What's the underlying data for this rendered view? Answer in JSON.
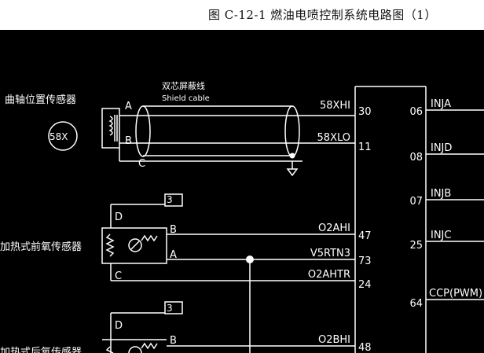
{
  "caption": "图 C-12-1  燃油电喷控制系统电路图（1）",
  "colors": {
    "background": "#000000",
    "line": "#ffffff",
    "caption_bg": "#ffffff"
  },
  "sensors": {
    "crank": {
      "name": "曲轴位置传感器",
      "badge": "58X",
      "pin_a": "A",
      "pin_b": "B",
      "pin_c": "C"
    },
    "front_o2": {
      "name": "加热式前氧传感器",
      "pin_b": "B",
      "pin_a": "A",
      "pin_c": "C",
      "pin_d": "D",
      "fuse": "3"
    },
    "rear_o2": {
      "name": "加热式后氧传感器",
      "pin_d": "D",
      "pin_b": "B",
      "fuse": "3"
    }
  },
  "cable": {
    "cn": "双芯屏蔽线",
    "en": "Shield cable"
  },
  "signals": {
    "xhi": "58XHI",
    "xlo": "58XLO",
    "o2ahi": "O2AHI",
    "v5rtn3": "V5RTN3",
    "o2ahtr": "O2AHTR",
    "o2bhi": "O2BHI"
  },
  "ecm_left_pins": {
    "p30": "30",
    "p11": "11",
    "p47": "47",
    "p73": "73",
    "p24": "24",
    "p48": "48"
  },
  "ecm_right_pins": {
    "p06": "06",
    "p08": "08",
    "p07": "07",
    "p25": "25",
    "p64": "64"
  },
  "outputs": {
    "inja": "INJA",
    "injd": "INJD",
    "injb": "INJB",
    "injc": "INJC",
    "ccp": "CCP(PWM)"
  }
}
